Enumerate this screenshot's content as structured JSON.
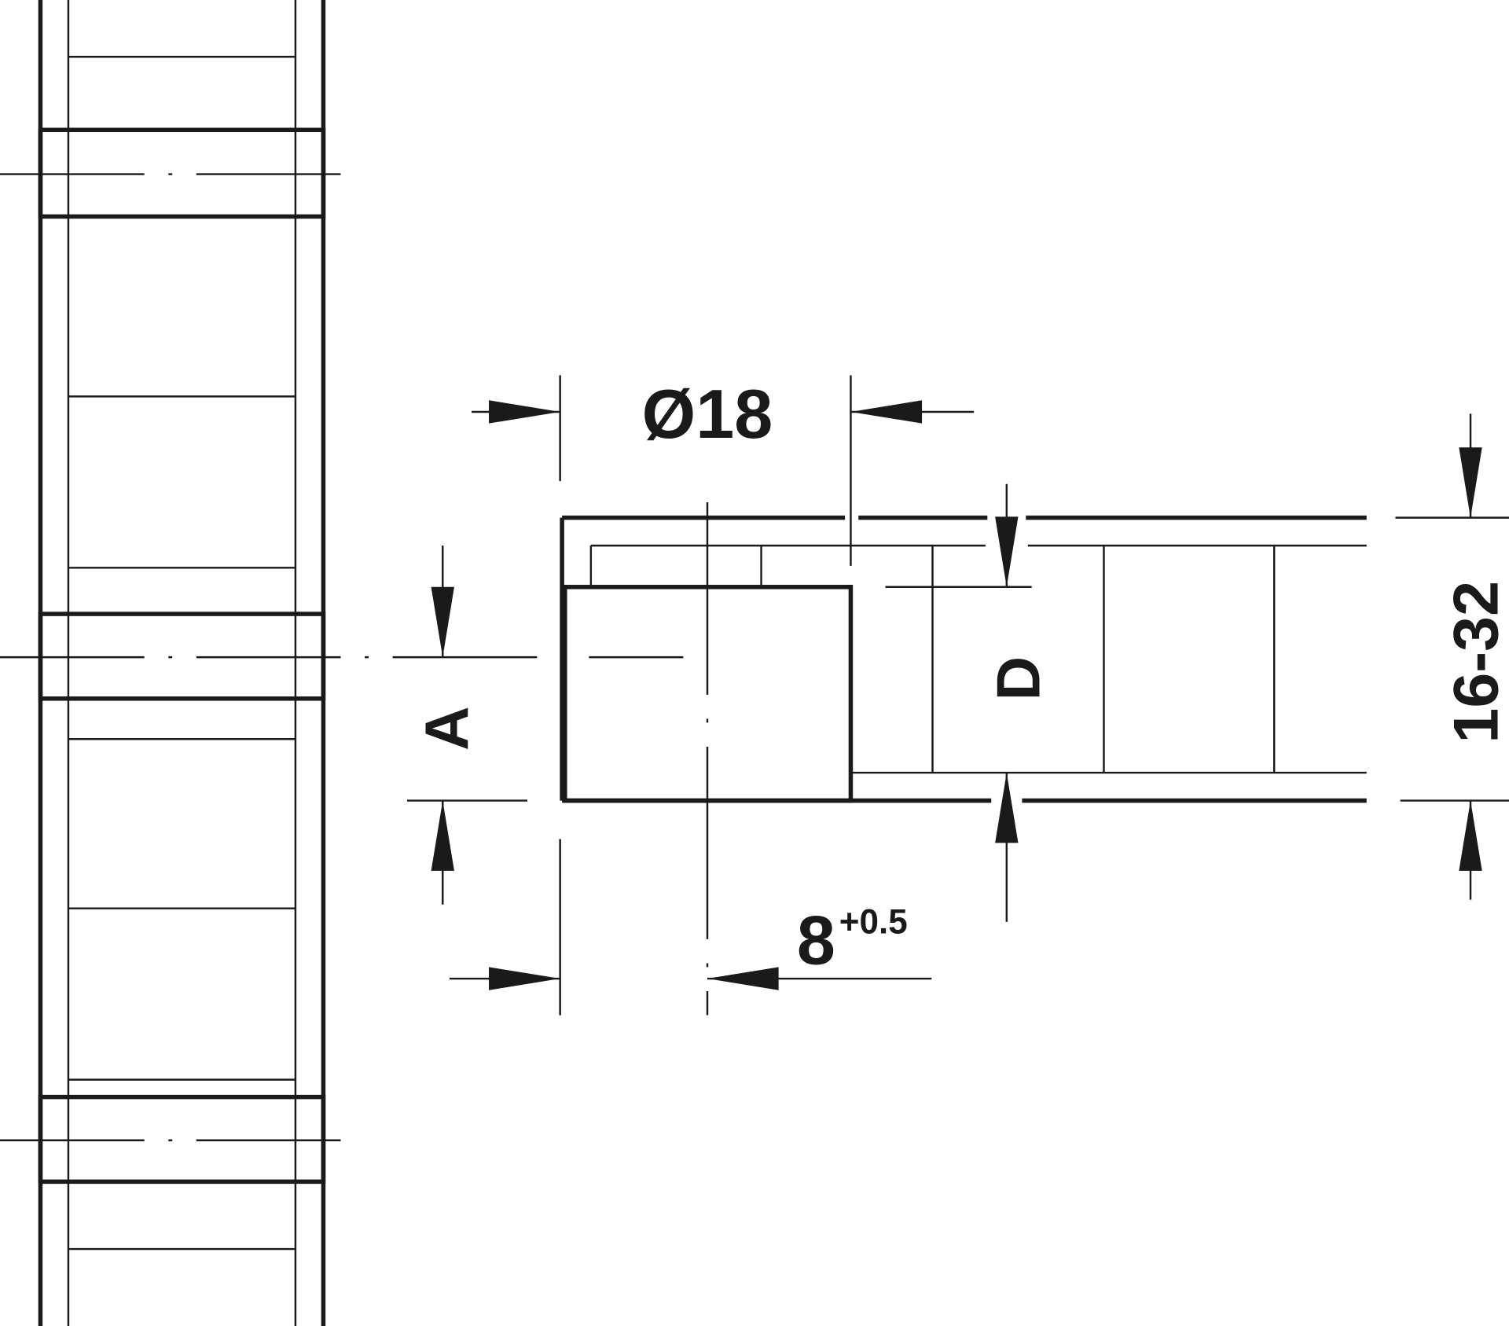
{
  "drawing": {
    "dimensions": {
      "diameter": "Ø18",
      "a_label": "A",
      "d_label": "D",
      "thickness": "16-32",
      "depth": "8",
      "depth_tolerance": "+0.5"
    },
    "line_color": "#1a1a1a"
  }
}
